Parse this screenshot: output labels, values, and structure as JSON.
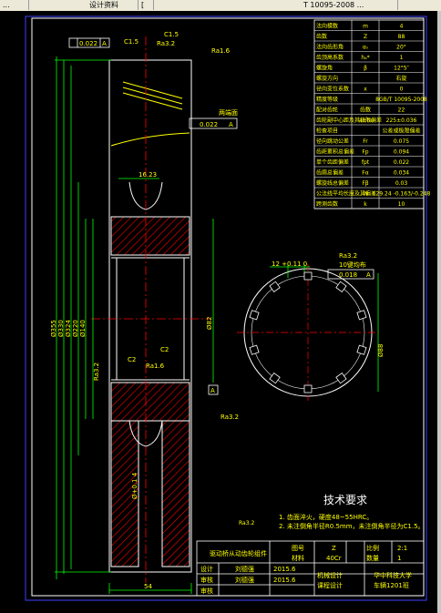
{
  "window": {
    "tabs": [
      "...",
      "设计资料",
      "[",
      "T 10095-2008 ..."
    ]
  },
  "params_table": {
    "rows": [
      {
        "label": "法向模数",
        "symbol": "m",
        "value": "4"
      },
      {
        "label": "齿数",
        "symbol": "Z",
        "value": "88"
      },
      {
        "label": "法向齿形角",
        "symbol": "αₙ",
        "value": "20°"
      },
      {
        "label": "齿顶高系数",
        "symbol": "hₐ*",
        "value": "1"
      },
      {
        "label": "螺旋角",
        "symbol": "β",
        "value": "12°5″"
      },
      {
        "label": "螺旋方向",
        "symbol": "",
        "value": "右旋"
      },
      {
        "label": "径向变位系数",
        "symbol": "x",
        "value": "0"
      },
      {
        "label": "精度等级",
        "symbol": "",
        "value": "8GB/T 10095-2008"
      },
      {
        "label": "配对齿轮",
        "symbol": "齿数",
        "value": "22"
      },
      {
        "label": "齿轮副中心距及其极限偏差",
        "symbol": "a±fa",
        "value": "225±0.036"
      },
      {
        "label": "检查项目",
        "symbol": "",
        "value": "公差或极限偏差"
      },
      {
        "label": "径向跳动公差",
        "symbol": "Fr",
        "value": "0.075"
      },
      {
        "label": "齿距累积总偏差",
        "symbol": "Fp",
        "value": "0.094"
      },
      {
        "label": "单个齿距偏差",
        "symbol": "fpt",
        "value": "0.022"
      },
      {
        "label": "齿廓总偏差",
        "symbol": "Fα",
        "value": "0.034"
      },
      {
        "label": "螺旋线总偏差",
        "symbol": "Fβ",
        "value": "0.03"
      },
      {
        "label": "公法线平均长度及其偏差",
        "symbol": "W",
        "value": "129.24 -0.163/-0.248"
      },
      {
        "label": "跨测齿数",
        "symbol": "k",
        "value": "10"
      }
    ]
  },
  "drawing": {
    "tol_top": "0.022",
    "datum_a": "A",
    "c15": "C1.5",
    "ra32": "Ra3.2",
    "ra16": "Ra1.6",
    "two_end_faces": "两端面",
    "dim_1623": "16.23",
    "c2": "C2",
    "dia_labels": [
      "Ø355",
      "Ø330",
      "Ø324",
      "Ø220",
      "Ø140"
    ],
    "dia_82": "Ø82",
    "ra32_left": "Ra3.2",
    "dia_keyway": "Ø+0.1 4",
    "dim_54": "54",
    "sym_ra": "Ra3.2",
    "spline": {
      "dim_12": "12 +0.11 0",
      "ten_keys": "10键均布",
      "sym_tol": "0.018",
      "datum": "A",
      "dia_88": "Ø88"
    }
  },
  "tech_req": {
    "title": "技术要求",
    "lines": [
      "1. 齿面淬火，硬度48~55HRC。",
      "2. 未注倒角半径R0.5mm，未注倒角半径为C1.5。"
    ]
  },
  "title_block": {
    "part_name": "驱动桥从动齿轮组件",
    "scale_label": "比例",
    "scale_value": "2:1",
    "count_label": "数量",
    "count_value": "1",
    "material_label": "材料",
    "material_value": "40Cr",
    "drawing_no_label": "图号",
    "drawing_no_value": "Z",
    "row_labels": [
      "设计",
      "审核",
      "审核"
    ],
    "row_names": [
      "刘德强",
      "刘德强",
      ""
    ],
    "row_dates": [
      "2015.6",
      "2015.6",
      ""
    ],
    "course": [
      "机械设计",
      "课程设计"
    ],
    "school": [
      "华中科技大学",
      "车辆1201班"
    ]
  },
  "colors": {
    "green": "#00ff00",
    "yellow": "#ffff00",
    "red": "#ff0000",
    "cyan": "#00ffff",
    "white": "#ffffff",
    "blue": "#4040ff"
  }
}
